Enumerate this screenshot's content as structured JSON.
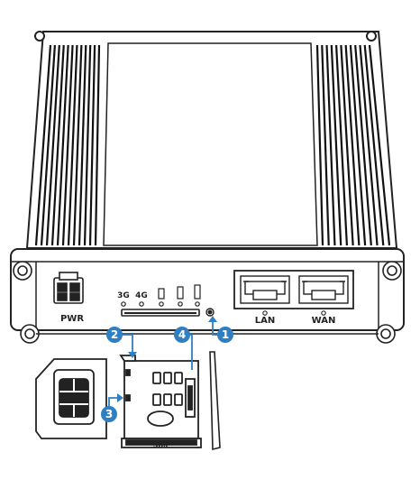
{
  "device": {
    "power_label": "PWR",
    "led_3g_label": "3G",
    "led_4g_label": "4G",
    "lan_label": "LAN",
    "wan_label": "WAN",
    "sim_tray_label": "SIM"
  },
  "callouts": [
    {
      "number": "1"
    },
    {
      "number": "2"
    },
    {
      "number": "3"
    },
    {
      "number": "4"
    }
  ],
  "colors": {
    "outline": "#222222",
    "fin": "#111111",
    "callout": "#2f7fc1",
    "background": "#ffffff"
  }
}
